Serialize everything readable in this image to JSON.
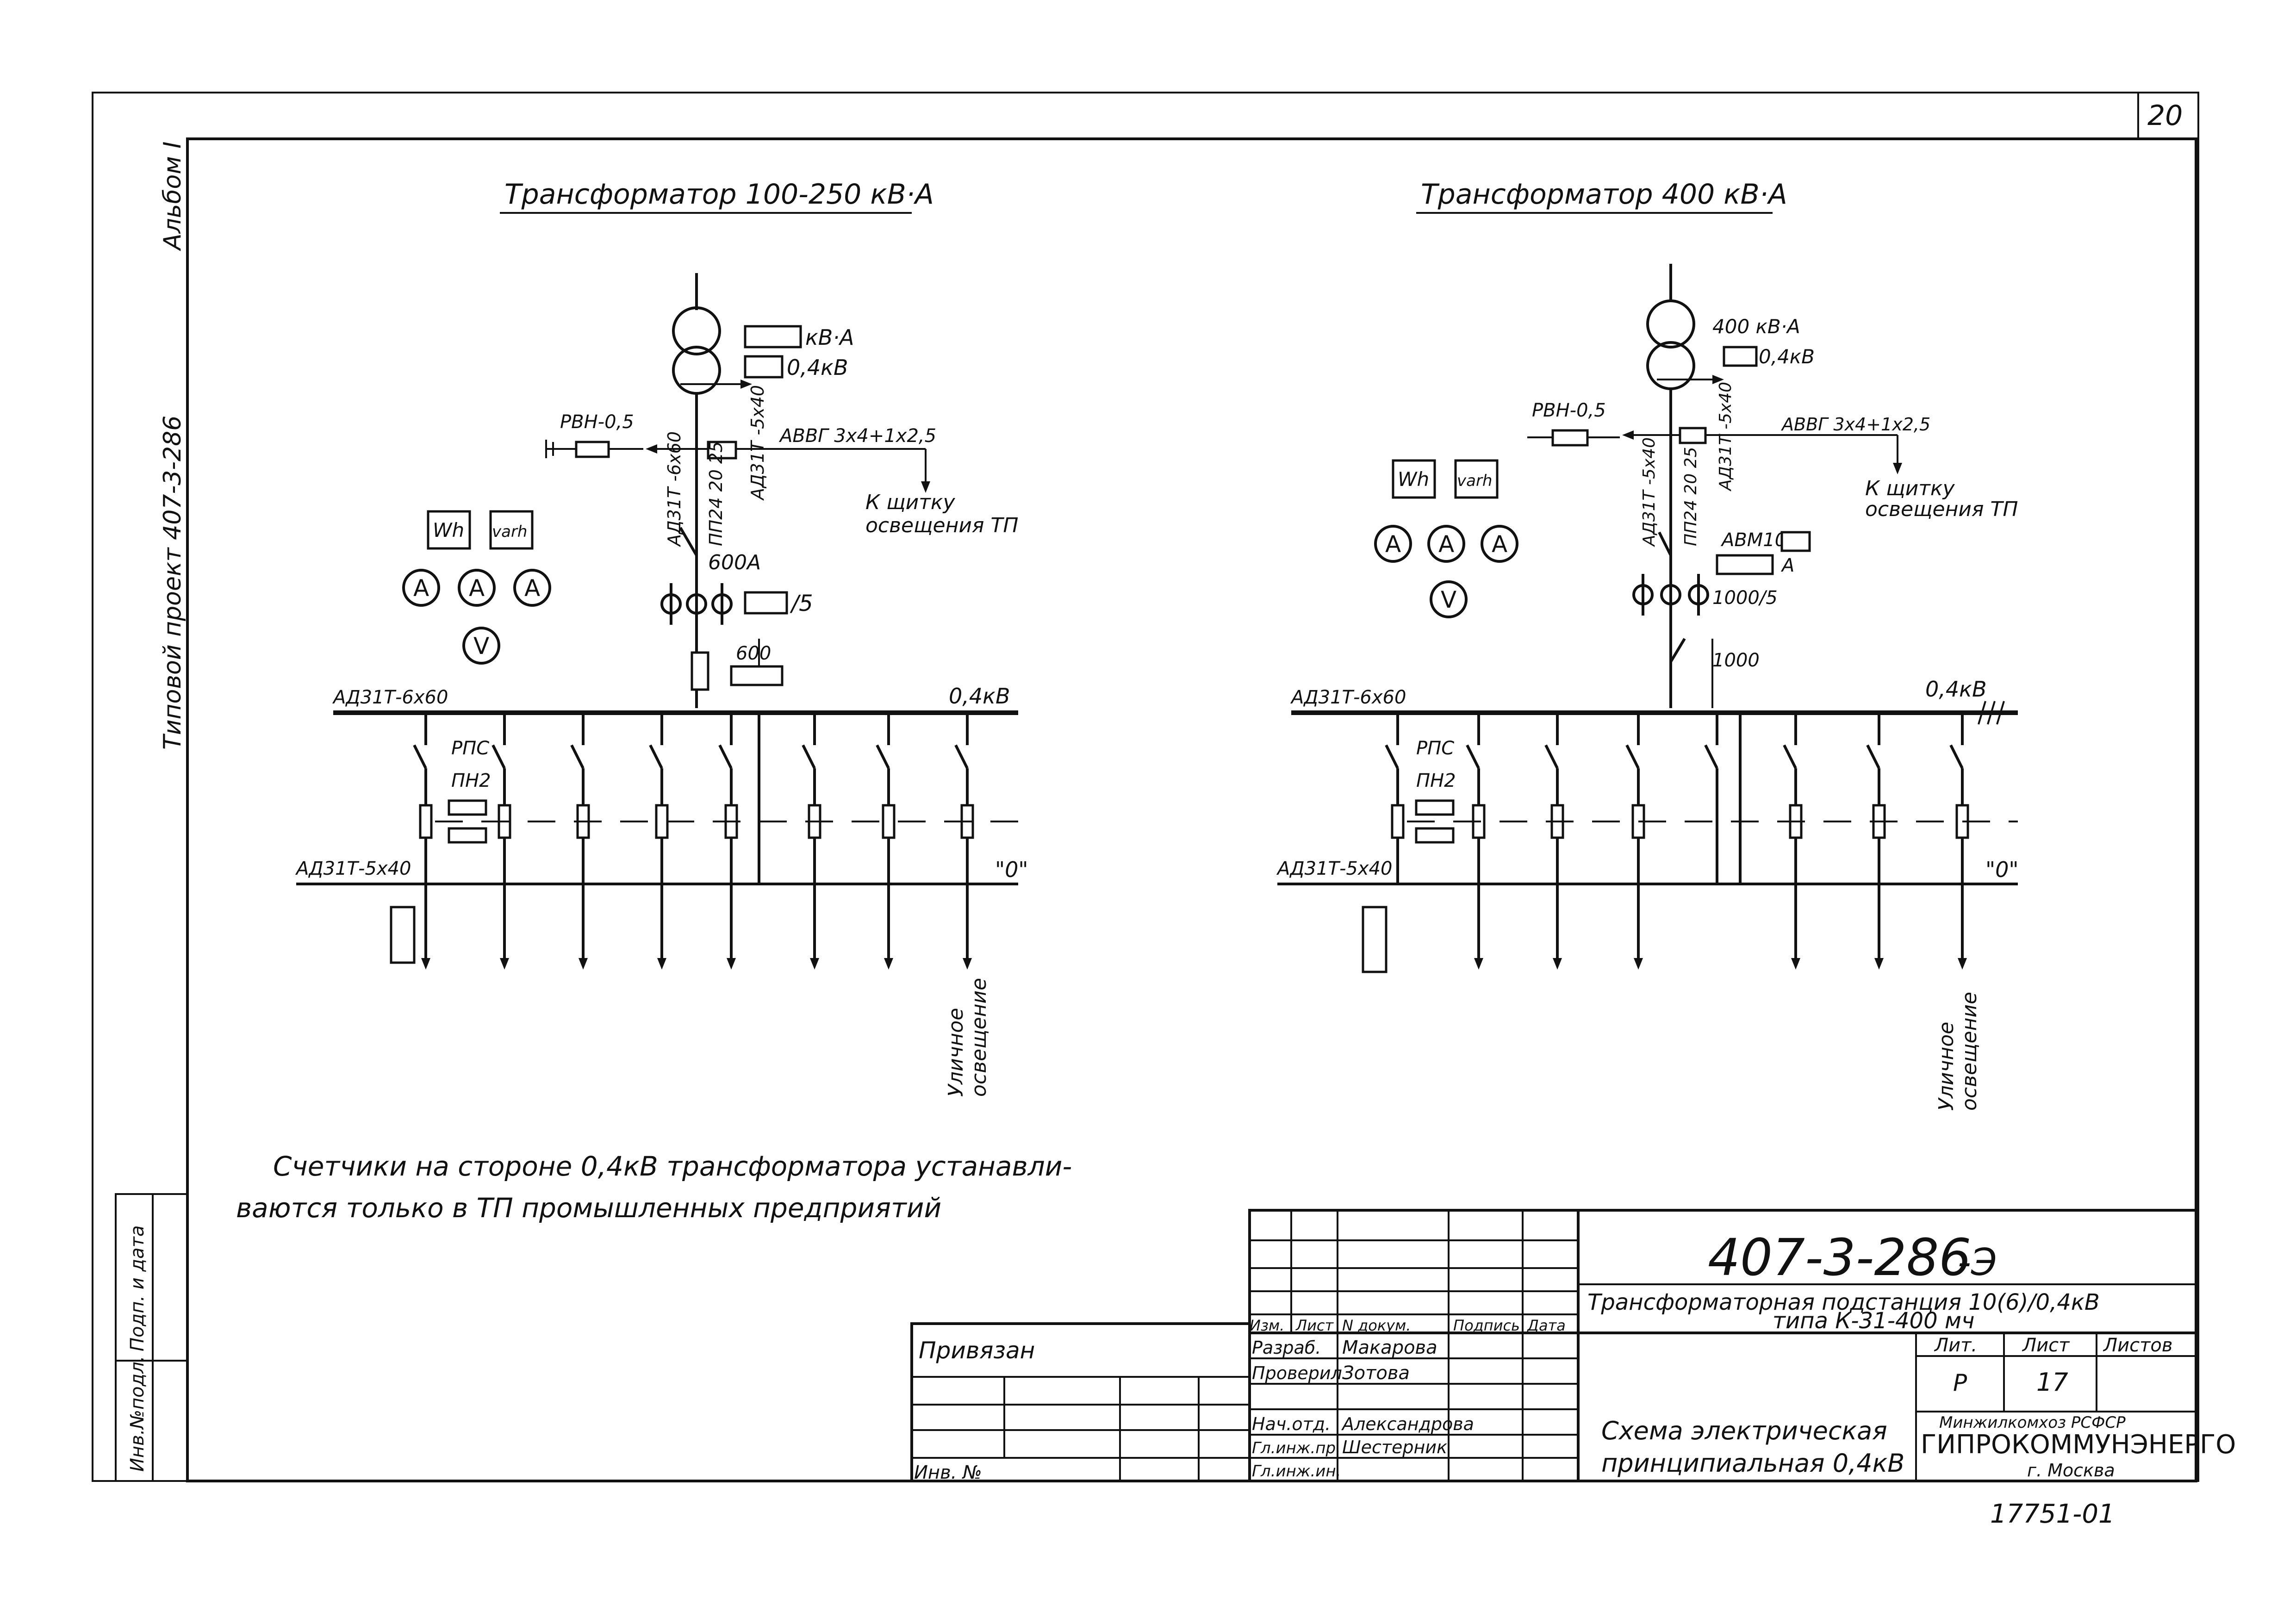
{
  "sheet": {
    "page_number": "20",
    "album": "Альбом I",
    "side_note": "Типовой проект 407-3-286",
    "note": [
      "Счетчики на стороне 0,4кВ трансформатора устанавли-",
      "ваются только в ТП промышленных предприятий"
    ],
    "bottom_code": "17751-01"
  },
  "left": {
    "title": "Трансформатор 100-250 кВ·А",
    "kva_label": "кВ·А",
    "volt_label": "0,4кВ",
    "rvn": "РВН-0,5",
    "cable_feed": "АВВГ 3х4+1х2,5",
    "to_lighting_1": "К щитку",
    "to_lighting_2": "освещения ТП",
    "bus_v1": "АД31Т -6х60",
    "bus_v2": "АД31Т -5х40",
    "fuse_v": "ПП24 20 25",
    "breaker": "600А",
    "ct_ratio": "/5",
    "fuse_rating": "600",
    "bus_top": "АД31Т-6х60",
    "bus_bottom": "АД31Т-5х40",
    "bus_volt": "0,4кВ",
    "rps": "РПС",
    "pn2": "ПН2",
    "zero": "\"0\"",
    "street_1": "Уличное",
    "street_2": "освещение",
    "meter_wh": "Wh",
    "meter_varh": "varh",
    "amp": "A",
    "volt": "V"
  },
  "right": {
    "title": "Трансформатор 400 кВ·А",
    "kva_label": "400 кВ·А",
    "volt_label": "0,4кВ",
    "rvn": "РВН-0,5",
    "cable_feed": "АВВГ 3х4+1х2,5",
    "to_lighting_1": "К щитку",
    "to_lighting_2": "освещения ТП",
    "bus_v1": "АД31Т -5х40",
    "bus_v2": "АД31Т -5х40",
    "fuse_v": "ПП24 20 25",
    "breaker_type": "АВМ10",
    "breaker_unit": "А",
    "ct_ratio": "1000/5",
    "switch_rating": "1000",
    "bus_top": "АД31Т-6х60",
    "bus_bottom": "АД31Т-5х40",
    "bus_volt": "0,4кВ",
    "rps": "РПС",
    "pn2": "ПН2",
    "zero": "\"0\"",
    "street_1": "Уличное",
    "street_2": "освещение",
    "meter_wh": "Wh",
    "meter_varh": "varh",
    "amp": "A",
    "volt": "V"
  },
  "title_block": {
    "doc_number": "407-3-286",
    "doc_suffix": "-Э",
    "project_line1": "Трансформаторная подстанция 10(6)/0,4кВ",
    "project_line2": "типа К-31-400 мч",
    "sheet_title_1": "Схема электрическая",
    "sheet_title_2": "принципиальная 0,4кВ",
    "head_izm": "Изм.",
    "head_list": "Лист",
    "head_ndoc": "N докум.",
    "head_sign": "Подпись",
    "head_date": "Дата",
    "role_1": "Разраб.",
    "name_1": "Макарова",
    "role_2": "Проверил",
    "name_2": "Зотова",
    "role_3": "Нач.отд.",
    "name_3": "Александрова",
    "role_4": "Гл.инж.пр.",
    "name_4": "Шестерник",
    "role_5": "Гл.инж.ин.",
    "lit_head": "Лит.",
    "sheet_head": "Лист",
    "sheets_head": "Листов",
    "lit_value": "Р",
    "sheet_value": "17",
    "org_ministry": "Минжилкомхоз РСФСР",
    "org_name": "ГИПРОКОММУНЭНЕРГО",
    "org_city": "г. Москва",
    "privyazan": "Привязан",
    "inv_no": "Инв. №"
  },
  "side_strip": {
    "inv_podl": "Инв.№подл.",
    "podp_data": "Подп. и дата"
  }
}
